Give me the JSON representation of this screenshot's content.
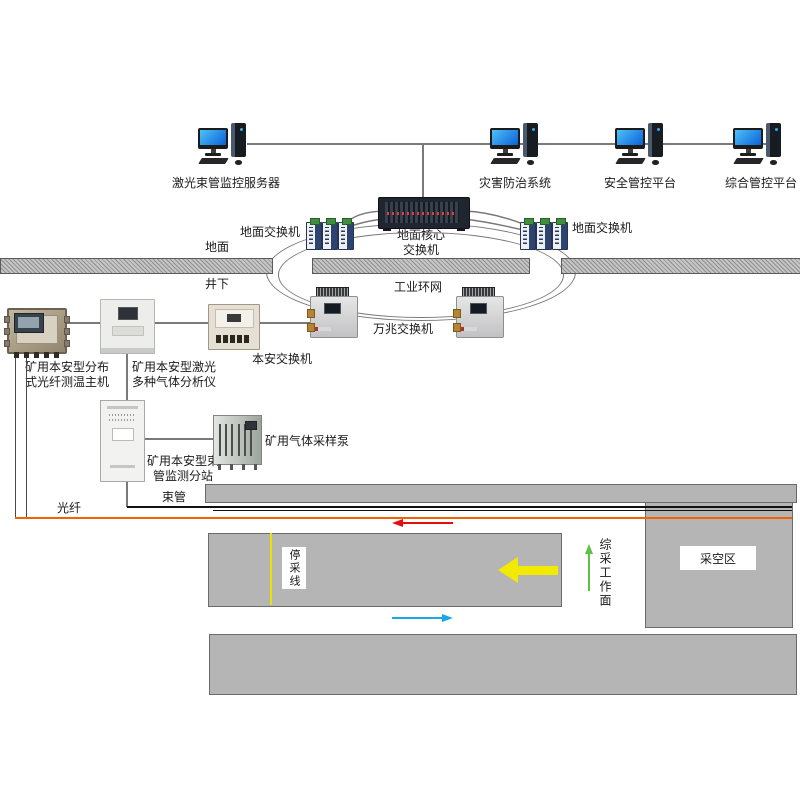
{
  "surface": {
    "zone_label": "地面",
    "underground_label": "井下",
    "computers": [
      {
        "label": "激光束管监控服务器"
      },
      {
        "label": "灾害防治系统"
      },
      {
        "label": "安全管控平台"
      },
      {
        "label": "综合管控平台"
      }
    ]
  },
  "network": {
    "core_switch_line1": "地面核心",
    "core_switch_line2": "交换机",
    "ground_switch_left": "地面交换机",
    "ground_switch_right": "地面交换机",
    "industrial_ring": "工业环网",
    "ten_gig_switch": "万兆交换机",
    "intrinsic_switch": "本安交换机"
  },
  "devices": {
    "fiber_temp_host_line1": "矿用本安型分布",
    "fiber_temp_host_line2": "式光纤测温主机",
    "gas_analyzer_line1": "矿用本安型激光",
    "gas_analyzer_line2": "多种气体分析仪",
    "tube_station_line1": "矿用本安型束",
    "tube_station_line2": "管监测分站",
    "gas_pump": "矿用气体采样泵"
  },
  "lines": {
    "fiber_label": "光纤",
    "tube_label": "束管",
    "fiber_color": "#f06400",
    "tube_color": "#111111"
  },
  "mining": {
    "stop_line_label": "停采线",
    "working_face_label": "综采工作面",
    "goaf_label": "采空区",
    "stop_line_color": "#f0e000",
    "red_arrow_color": "#e01010",
    "yellow_arrow_color": "#f2ea00",
    "blue_arrow_color": "#19a7e8",
    "green_arrow_color": "#5cc244"
  }
}
